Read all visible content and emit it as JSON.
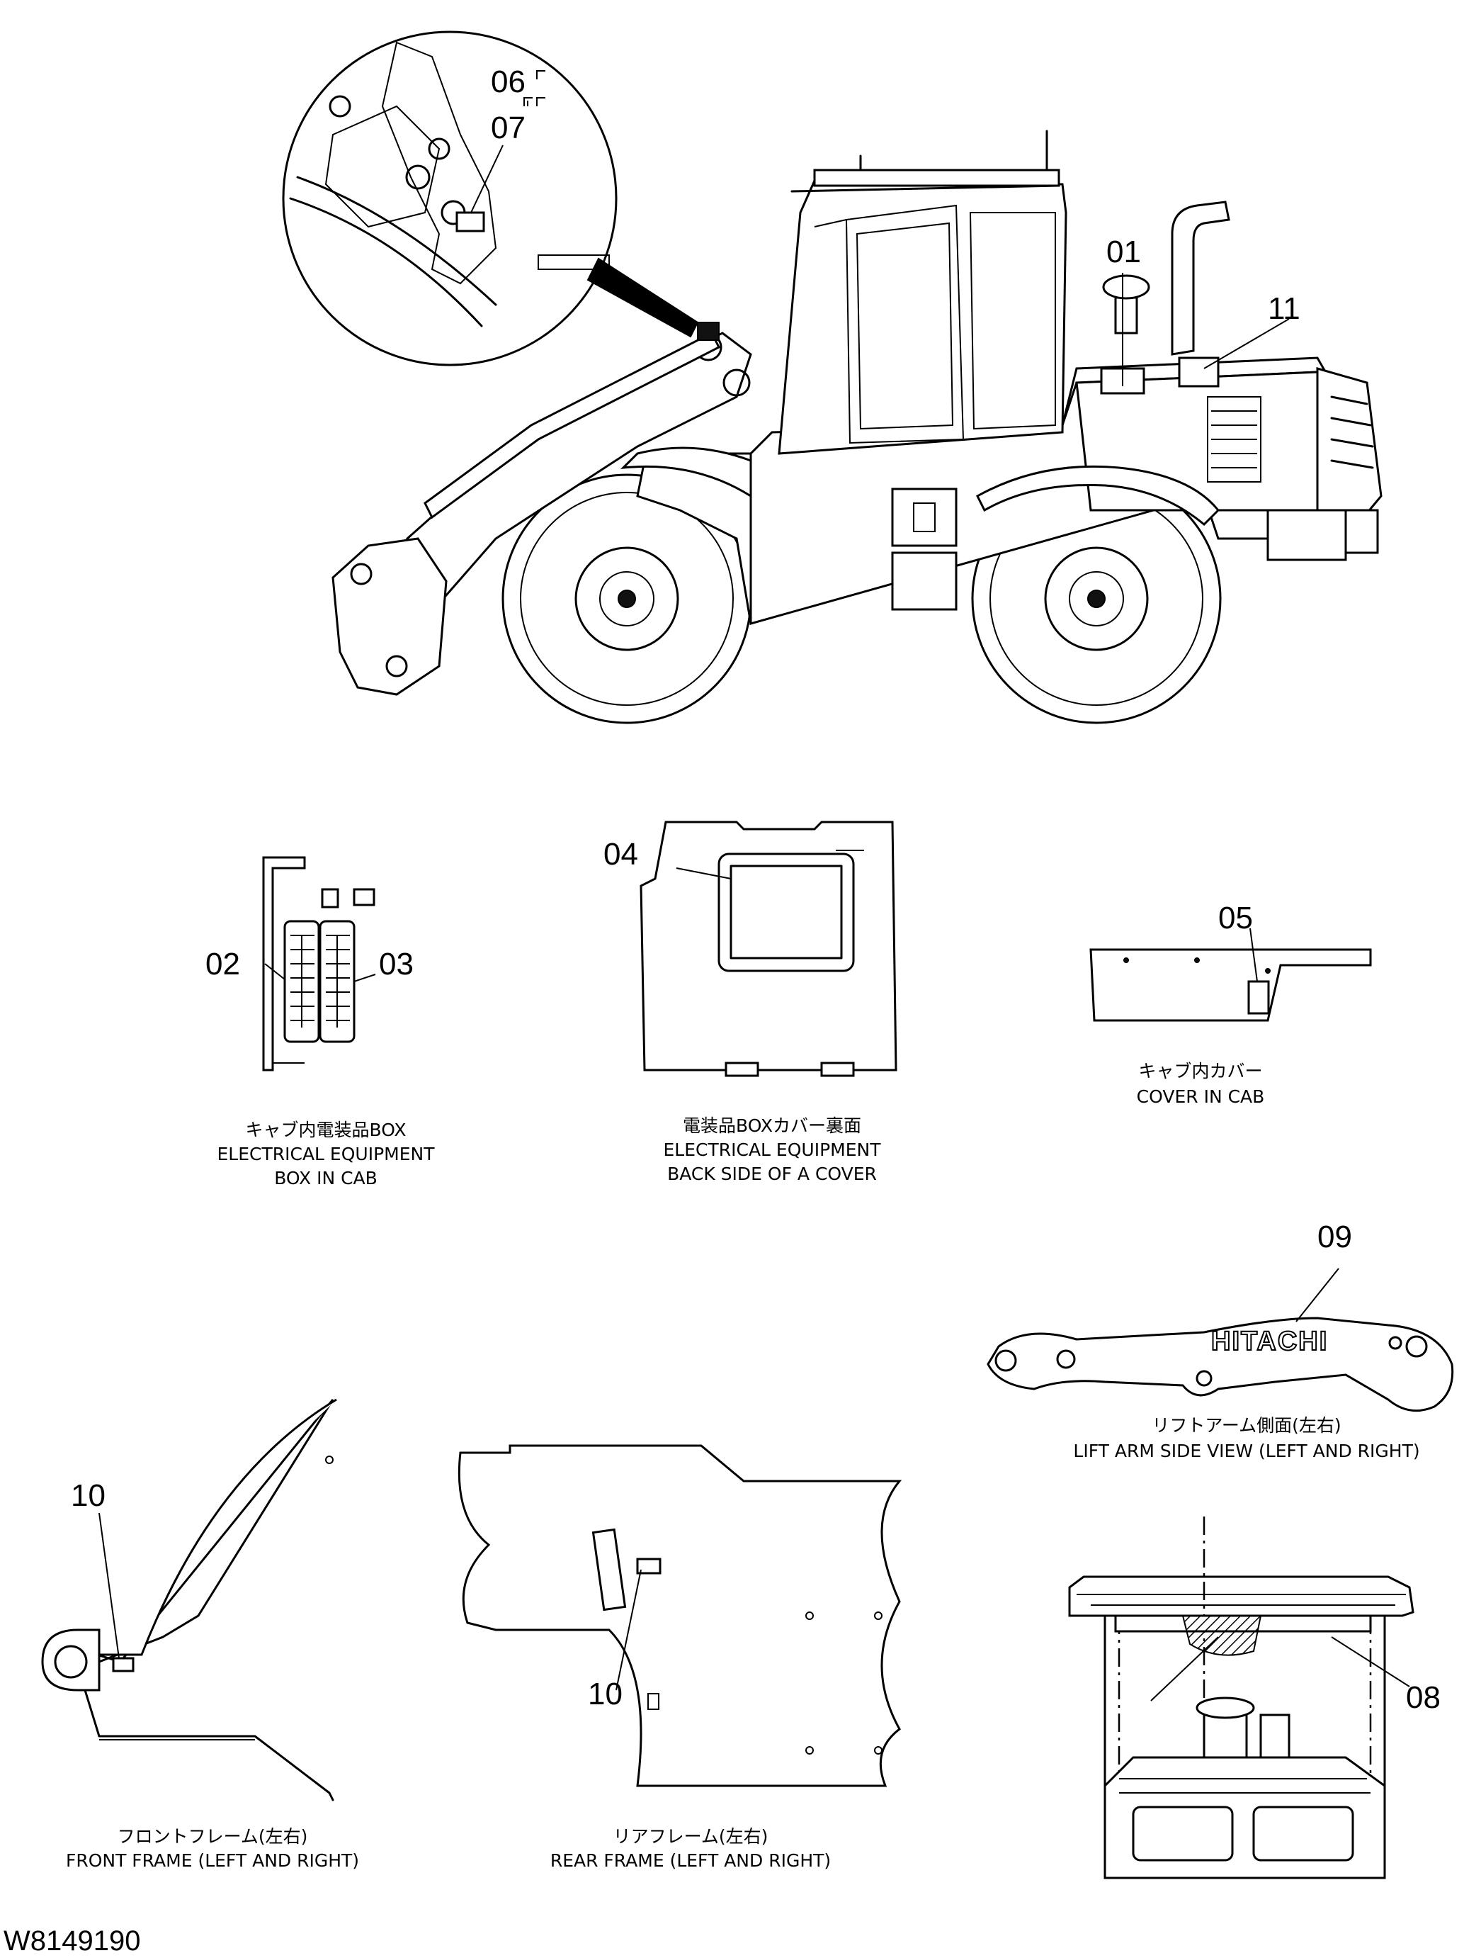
{
  "callouts": {
    "c01": "01",
    "c02": "02",
    "c03": "03",
    "c04": "04",
    "c05": "05",
    "c06": "06",
    "c07": "07",
    "c08": "08",
    "c09": "09",
    "c10_front": "10",
    "c10_rear": "10",
    "c11": "11"
  },
  "captions": {
    "electrical_box": {
      "ja": "キャブ内電装品BOX",
      "en1": "ELECTRICAL EQUIPMENT",
      "en2": "BOX IN CAB"
    },
    "box_cover": {
      "ja": "電装品BOXカバー裏面",
      "en1": "ELECTRICAL EQUIPMENT",
      "en2": "BACK SIDE OF A COVER"
    },
    "cab_cover": {
      "ja": "キャブ内カバー",
      "en1": "COVER IN CAB"
    },
    "lift_arm": {
      "ja": "リフトアーム側面(左右)",
      "en1": "LIFT  ARM  SIDE  VIEW (LEFT AND RIGHT)"
    },
    "front_frame": {
      "ja": "フロントフレーム(左右)",
      "en1": "FRONT  FRAME (LEFT AND RIGHT)"
    },
    "rear_frame": {
      "ja": "リアフレーム(左右)",
      "en1": "REAR  FRAME (LEFT AND RIGHT)"
    }
  },
  "arm_logo": "HITACHI",
  "drawing_number": "W8149190"
}
